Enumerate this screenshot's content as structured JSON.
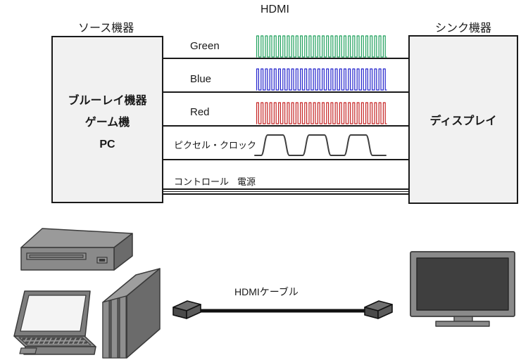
{
  "title": "HDMI",
  "diagram": {
    "source_device_label": "ソース機器",
    "sink_device_label": "シンク機器",
    "source_box": {
      "line1": "ブルーレイ機器",
      "line2": "ゲーム機",
      "line3": "PC"
    },
    "sink_box": {
      "text": "ディスプレイ"
    }
  },
  "signals": {
    "rows": [
      {
        "label": "Green",
        "type": "dense",
        "color": "#1FA05C",
        "periods": 30
      },
      {
        "label": "Blue",
        "type": "dense",
        "color": "#2323CC",
        "periods": 30
      },
      {
        "label": "Red",
        "type": "dense",
        "color": "#C52323",
        "periods": 30
      },
      {
        "label": "ピクセル・クロック",
        "type": "clock",
        "color": "#3F3F3F",
        "pulses": 3
      },
      {
        "label": "コントロール",
        "label2": "電源",
        "type": "none"
      }
    ]
  },
  "cable": {
    "label": "HDMIケーブル"
  },
  "devices": {
    "icons": [
      "bluray-player-icon",
      "laptop-icon",
      "game-console-icon",
      "hdmi-cable-icon",
      "display-tv-icon"
    ]
  },
  "colors": {
    "green_wave": "#1FA05C",
    "blue_wave": "#2323CC",
    "red_wave": "#C52323",
    "clock_wave": "#3F3F3F",
    "box_fill": "#F1F1F1",
    "outline": "#1A1A1A",
    "device_gray": "#8A8A8A",
    "device_dark": "#6B6B6B",
    "device_light": "#9C9C9C",
    "tv_screen": "#3F3F3F"
  }
}
